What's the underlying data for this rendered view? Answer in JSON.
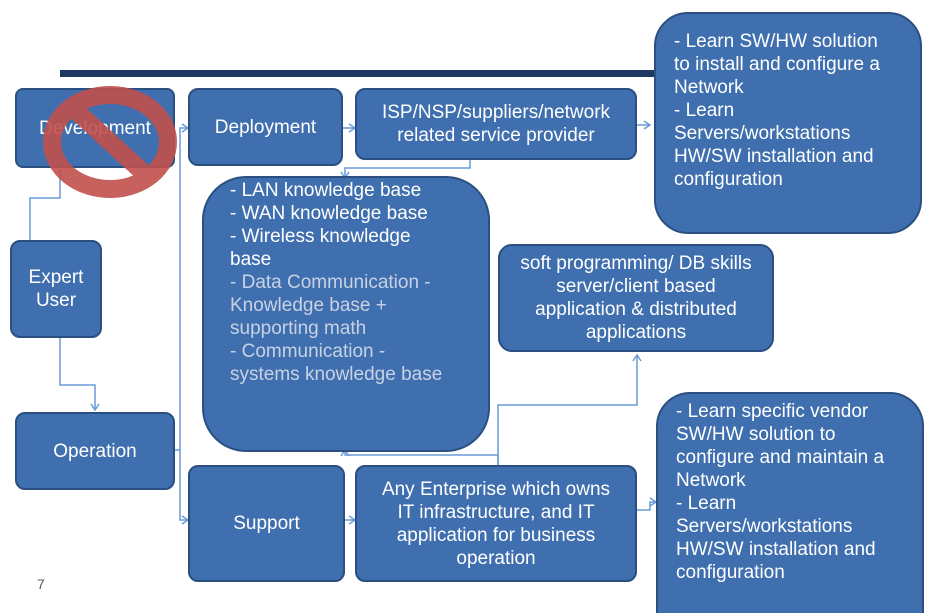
{
  "boxes": {
    "development": "Development",
    "deployment": "Deployment",
    "isp": "ISP/NSP/suppliers/network related service provider",
    "expert_user": "Expert User",
    "operation": "Operation",
    "support": "Support",
    "enterprise": "Any Enterprise which owns IT infrastructure, and IT application  for business operation",
    "soft_programming": "soft programming/ DB skills server/client based application & distributed applications"
  },
  "learn_network": [
    "- Learn SW/HW solution",
    "to install and configure a",
    "Network",
    "- Learn",
    "Servers/workstations",
    "HW/SW installation and",
    "configuration"
  ],
  "knowledge_base": [
    "- LAN knowledge base",
    "- WAN knowledge base",
    "- Wireless knowledge",
    "base",
    "- Data Communication  -",
    "Knowledge base +",
    "supporting math",
    "- Communication -",
    "systems knowledge base"
  ],
  "learn_vendor": [
    "- Learn specific vendor",
    "SW/HW solution to",
    "configure  and maintain a",
    "Network",
    "- Learn",
    "Servers/workstations",
    "HW/SW installation and",
    "configuration"
  ],
  "slide_number": "7",
  "colors": {
    "box_fill": "#3f6fae",
    "box_border": "#2a4f80",
    "connector": "#6a9bd8",
    "prohibit": "#c0504d",
    "top_bar": "#1f3864"
  }
}
